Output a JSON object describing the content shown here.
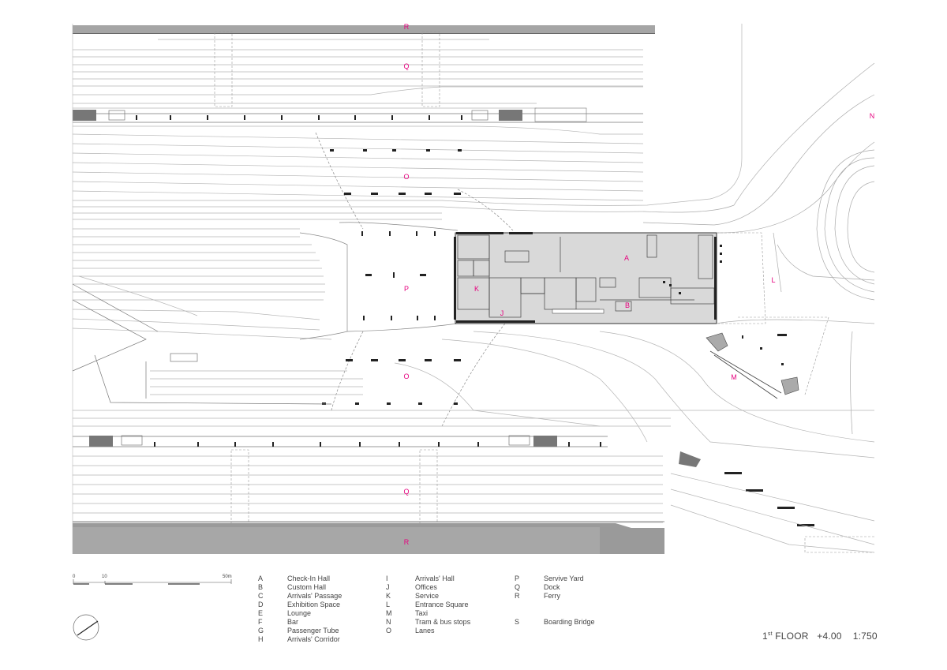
{
  "drawing": {
    "floor": "1",
    "floor_suffix": "st",
    "floor_word": "FLOOR",
    "level": "+4.00",
    "scale_ratio": "1:750"
  },
  "scale_bar": {
    "ticks": [
      "0",
      "10",
      "50m"
    ]
  },
  "legend": [
    {
      "code": "A",
      "name": "Check-In Hall"
    },
    {
      "code": "B",
      "name": "Custom Hall"
    },
    {
      "code": "C",
      "name": "Arrivals' Passage"
    },
    {
      "code": "D",
      "name": "Exhibition Space"
    },
    {
      "code": "E",
      "name": "Lounge"
    },
    {
      "code": "F",
      "name": "Bar"
    },
    {
      "code": "G",
      "name": "Passenger Tube"
    },
    {
      "code": "H",
      "name": "Arrivals' Corridor"
    },
    {
      "code": "I",
      "name": "Arrivals' Hall"
    },
    {
      "code": "J",
      "name": "Offices"
    },
    {
      "code": "K",
      "name": "Service"
    },
    {
      "code": "L",
      "name": "Entrance Square"
    },
    {
      "code": "M",
      "name": "Taxi"
    },
    {
      "code": "N",
      "name": "Tram & bus stops"
    },
    {
      "code": "O",
      "name": "Lanes"
    },
    {
      "code": "P",
      "name": "Servive Yard"
    },
    {
      "code": "Q",
      "name": "Dock"
    },
    {
      "code": "R",
      "name": "Ferry"
    },
    {
      "code": "S",
      "name": "Boarding Bridge"
    }
  ],
  "zone_labels": {
    "r_top": "R",
    "q_top": "Q",
    "n": "N",
    "o_top": "O",
    "a": "A",
    "l": "L",
    "k": "K",
    "p": "P",
    "b": "B",
    "j": "J",
    "o_bottom": "O",
    "m": "M",
    "q_bottom": "Q",
    "r_bottom": "R"
  },
  "colors": {
    "zone_label": "#e6007e",
    "building_fill": "#d9d9d9",
    "ferry_fill": "#9a9a9a",
    "line": "#9a9a9a"
  }
}
